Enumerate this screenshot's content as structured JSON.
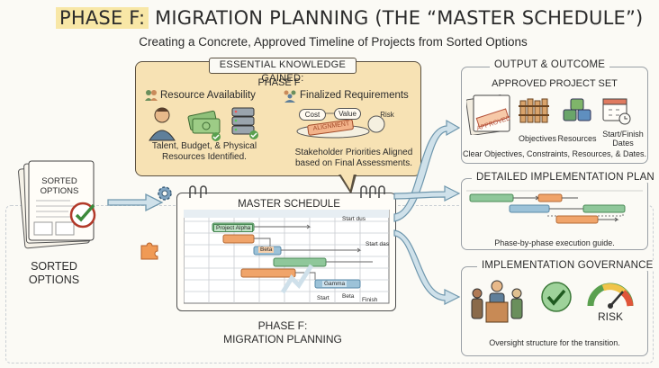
{
  "title": {
    "phase": "PHASE F:",
    "rest": " MIGRATION PLANNING (THE “MASTER SCHEDULE”)"
  },
  "subtitle": "Creating a Concrete, Approved Timeline of Projects from Sorted Options",
  "knowledge": {
    "header": "ESSENTIAL KNOWLEDGE GAINED:",
    "phase": "PHASE F",
    "resource_title": "Resource Availability",
    "resource_desc_1": "Talent, Budget, & Physical",
    "resource_desc_2": "Resources Identified.",
    "req_title": "Finalized Requirements",
    "req_tags": [
      "Cost",
      "Value",
      "Risk"
    ],
    "alignment": "ALIGNMENT",
    "req_desc_1": "Stakeholder Priorities Aligned",
    "req_desc_2": "based on Final Assessments."
  },
  "input": {
    "doc_label_1": "SORTED",
    "doc_label_2": "OPTIONS",
    "caption_1": "SORTED",
    "caption_2": "OPTIONS"
  },
  "schedule": {
    "title": "MASTER SCHEDULE",
    "labels": [
      "Project Alpha",
      "Beta",
      "Gamma",
      "Start dus",
      "Start das",
      "Start",
      "Beta",
      "Finish"
    ],
    "caption_1": "PHASE F:",
    "caption_2": "MIGRATION PLANNING"
  },
  "output": {
    "title": "OUTPUT & OUTCOME",
    "approved_title": "APPROVED PROJECT SET",
    "approved_stamp": "APPROVED",
    "items": [
      "Objectives",
      "Resources",
      "Start/Finish\nDates"
    ],
    "approved_desc": "Clear Objectives, Constraints, Resources, & Dates."
  },
  "implementation": {
    "title": "DETAILED IMPLEMENTATION PLAN",
    "desc": "Phase-by-phase execution guide."
  },
  "governance": {
    "title": "IMPLEMENTATION GOVERNANCE",
    "risk": "RISK",
    "desc": "Oversight structure for the transition."
  },
  "colors": {
    "accent_yellow": "#f8e7a6",
    "card_bg": "#f7e2b4",
    "arrow_blue": "#8fb3c8",
    "bar_green": "#8fc79a",
    "bar_orange": "#f0a46a",
    "bar_blue": "#9cc2d8"
  }
}
